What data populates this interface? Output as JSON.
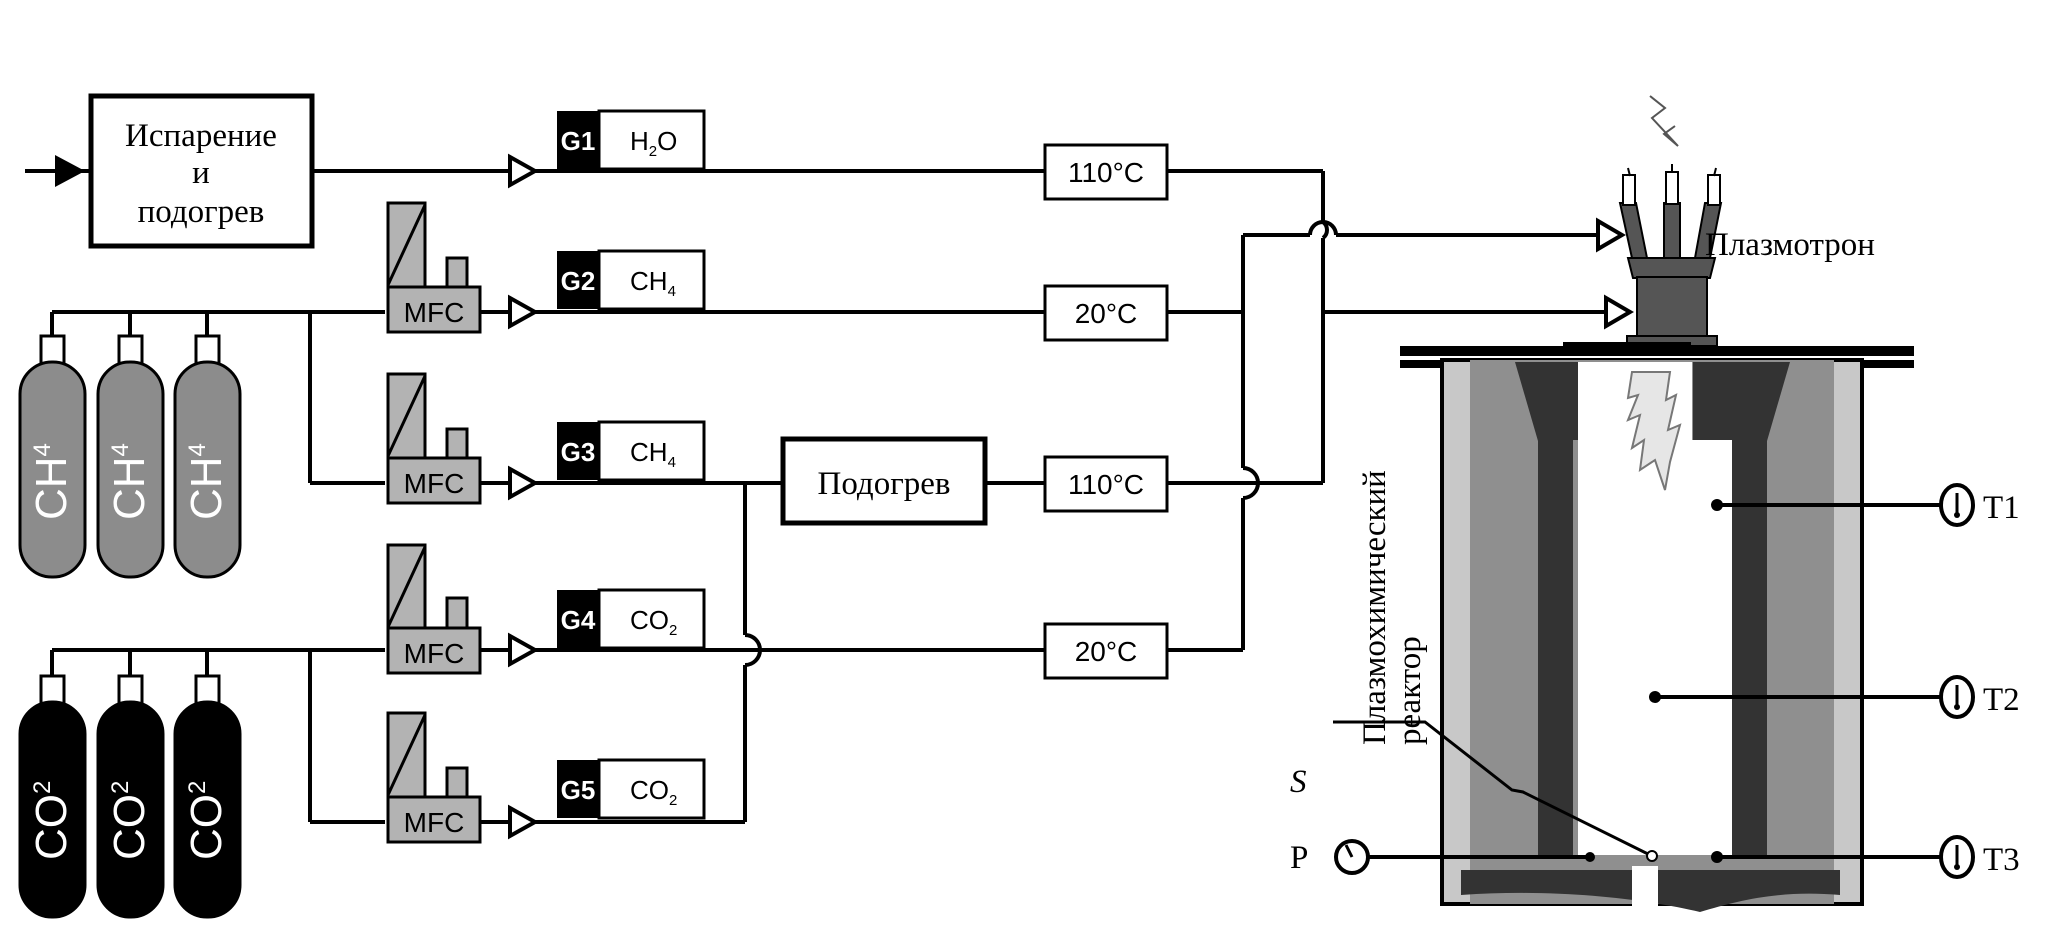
{
  "diagram": {
    "type": "process-flow-schematic",
    "inlet_arrow": "feed-arrow",
    "evaporator": {
      "lines": [
        "Испарение",
        "и",
        "подогрев"
      ]
    },
    "heater": {
      "label": "Подогрев"
    },
    "mfc_label": "MFC",
    "channels": [
      {
        "id": "G1",
        "gas": "H",
        "sub": "2",
        "tail": "O",
        "temperature": "110°C",
        "has_mfc": false
      },
      {
        "id": "G2",
        "gas": "CH",
        "sub": "4",
        "tail": "",
        "temperature": "20°C",
        "has_mfc": true
      },
      {
        "id": "G3",
        "gas": "CH",
        "sub": "4",
        "tail": "",
        "temperature": "110°C",
        "has_mfc": true
      },
      {
        "id": "G4",
        "gas": "CO",
        "sub": "2",
        "tail": "",
        "temperature": "20°C",
        "has_mfc": true
      },
      {
        "id": "G5",
        "gas": "CO",
        "sub": "2",
        "tail": "",
        "temperature": "",
        "has_mfc": true
      }
    ],
    "cylinders": {
      "ch4": {
        "label": "CH",
        "sub": "4",
        "count": 3,
        "color": "#8c8c8c"
      },
      "co2": {
        "label": "CO",
        "sub": "2",
        "count": 3,
        "color": "#000000"
      }
    },
    "plasmatron": {
      "label": "Плазмотрон"
    },
    "reactor": {
      "lines": [
        "Плазмохимический",
        "реактор"
      ]
    },
    "sensors": {
      "T1": "T1",
      "T2": "T2",
      "T3": "T3",
      "P": "P",
      "S": "S"
    },
    "colors": {
      "line": "#000000",
      "mfc_fill": "#b3b3b3",
      "reactor_outer": "#c8c8c8",
      "reactor_mid": "#8f8f8f",
      "reactor_inner": "#333333",
      "plasma": "#e6e6e6"
    }
  }
}
